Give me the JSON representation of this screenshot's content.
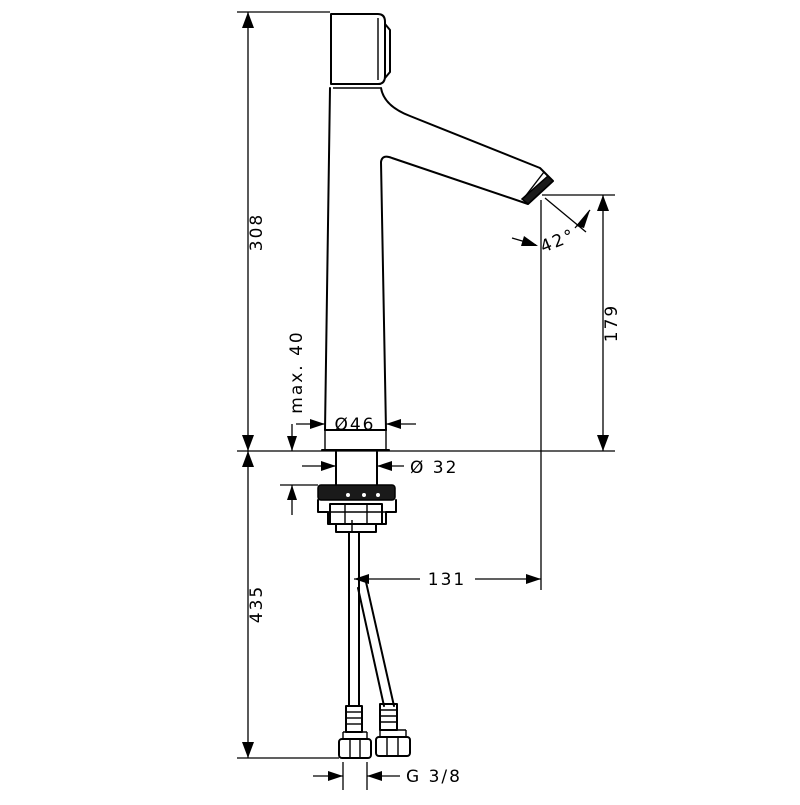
{
  "diagram": {
    "dimensions": {
      "total_height_above": "308",
      "max_deck_thickness": "max. 40",
      "body_diameter": "Ø46",
      "shank_diameter": "Ø 32",
      "spout_height": "179",
      "spout_angle": "42°",
      "projection": "131",
      "below_deck_length": "435",
      "connection_thread": "G 3/8"
    },
    "colors": {
      "line": "#000000",
      "background": "#ffffff"
    }
  }
}
